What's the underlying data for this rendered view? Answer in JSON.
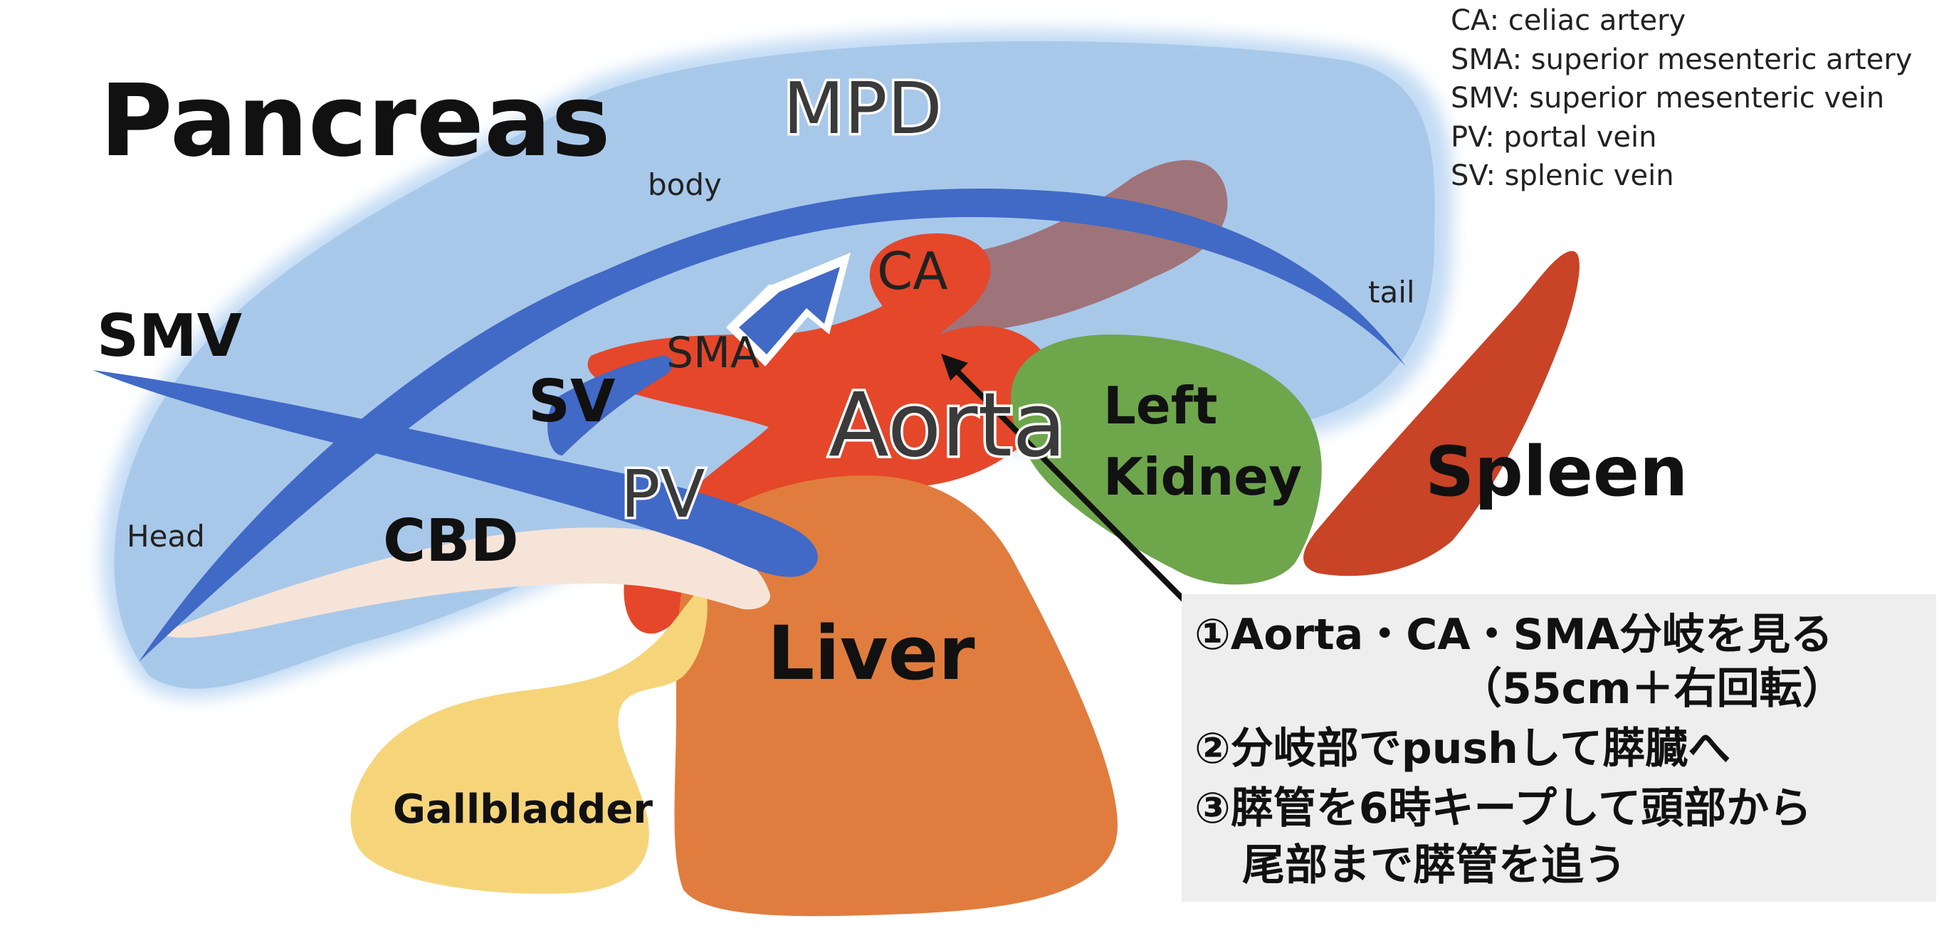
{
  "labels": {
    "pancreas": "Pancreas",
    "mpd": "MPD",
    "body": "body",
    "tail": "tail",
    "head": "Head",
    "smv": "SMV",
    "sv": "SV",
    "sma": "SMA",
    "ca": "CA",
    "pv": "PV",
    "cbd": "CBD",
    "aorta": "Aorta",
    "left_kidney_1": "Left",
    "left_kidney_2": "Kidney",
    "spleen": "Spleen",
    "liver": "Liver",
    "gallbladder": "Gallbladder"
  },
  "legend": [
    "CA: celiac artery",
    "SMA: superior mesenteric artery",
    "SMV: superior mesenteric vein",
    "PV: portal vein",
    "SV: splenic vein"
  ],
  "notes": [
    "①Aorta・CA・SMA分岐を見る",
    "（55cm＋右回転）",
    "②分岐部でpushして膵臓へ",
    "③膵管を6時キープして頭部から",
    "尾部まで膵管を追う"
  ],
  "colors": {
    "pancreas": "#a9c9ea",
    "vein": "#4169c6",
    "artery": "#e5472a",
    "ca_trunk": "#9c6a6e",
    "kidney": "#6ea64c",
    "spleen": "#c94326",
    "liver": "#e07d3e",
    "gallbladder": "#f6d57a",
    "cbd": "#f7e4d8",
    "note_box": "#eeeeee"
  }
}
